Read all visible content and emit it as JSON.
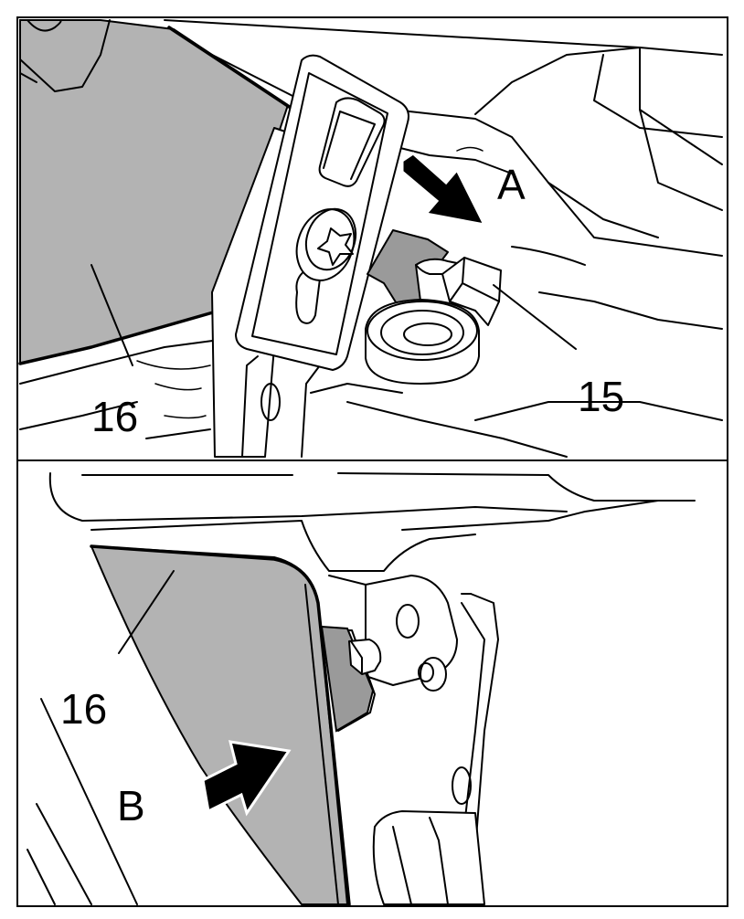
{
  "colors": {
    "panel_fill": "#b3b3b3",
    "part_fill": "#9a9a9a",
    "ink": "#000000",
    "background": "#ffffff"
  },
  "top_view": {
    "label_panel": "16",
    "label_clip": "15",
    "label_arrow": "A"
  },
  "bottom_view": {
    "label_panel": "16",
    "label_arrow": "B"
  }
}
